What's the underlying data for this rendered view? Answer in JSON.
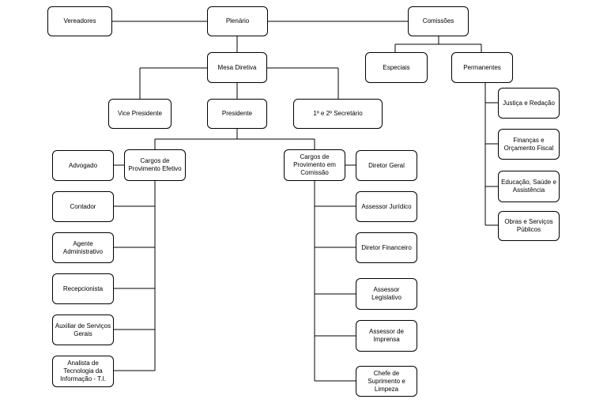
{
  "nodes": {
    "vereadores": "Vereadores",
    "plenario": "Plenário",
    "comissoes": "Comissões",
    "especiais": "Especiais",
    "permanentes": "Permanentes",
    "mesa_diretiva": "Mesa Diretiva",
    "vice_presidente": "Vice Presidente",
    "presidente": "Presidente",
    "secretario": "1º e 2º Secretário",
    "justica": "Justiça e Redação",
    "financas": "Finanças e Orçamento Fiscal",
    "educacao": "Educação, Saúde e Assistência",
    "obras": "Obras e Serviços Públicos",
    "cargos_efetivo": "Cargos de Provimento Efetivo",
    "cargos_comissao": "Cargos de Provimento em Comissão",
    "advogado": "Advogado",
    "contador": "Contador",
    "agente_administrativo": "Agente Administrativo",
    "recepcionista": "Recepcionista",
    "auxiliar_servicos": "Auxiliar de Serviços Gerais",
    "analista_ti": "Analista de Tecnologia da Informação - T.I.",
    "diretor_geral": "Diretor Geral",
    "assessor_juridico": "Assessor Jurídico",
    "diretor_financeiro": "Diretor Financeiro",
    "assessor_legislativo": "Assessor Legislativo",
    "assessor_imprensa": "Assessor de Imprensa",
    "chefe_suprimento": "Chefe de Suprimento e Limpeza"
  }
}
